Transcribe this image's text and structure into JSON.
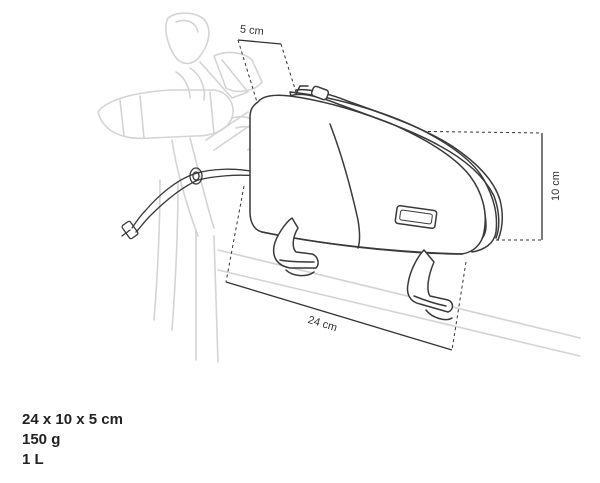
{
  "dimensions": {
    "depth_label": "5 cm",
    "height_label": "10 cm",
    "length_label": "24 cm"
  },
  "specs": {
    "size": "24 x 10 x 5 cm",
    "weight": "150 g",
    "volume": "1 L"
  },
  "colors": {
    "bike_outline": "#d4d4d4",
    "bag_outline": "#3a3a3a",
    "dimension_line": "#333333"
  }
}
